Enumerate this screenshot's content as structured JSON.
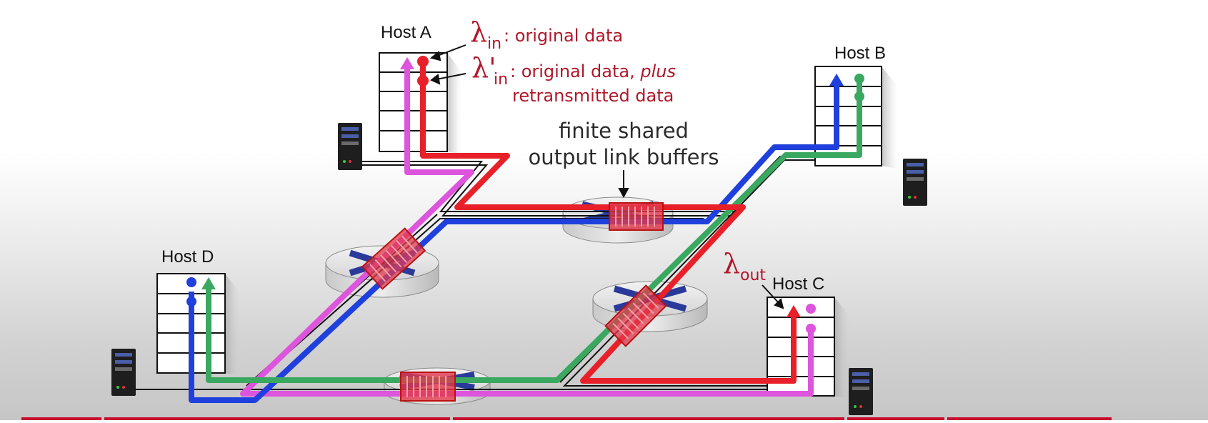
{
  "hosts": {
    "a": {
      "label": "Host A"
    },
    "b": {
      "label": "Host B"
    },
    "c": {
      "label": "Host C"
    },
    "d": {
      "label": "Host D"
    }
  },
  "labels": {
    "lambda_in": {
      "symbol": "λ",
      "sub": "in",
      "text": ": original data"
    },
    "lambda_in_prime": {
      "symbol": "λ'",
      "sub": "in",
      "text_1": ": original data, ",
      "text_italic": "plus",
      "text_2": "retransmitted data"
    },
    "lambda_out": {
      "symbol": "λ",
      "sub": "out"
    },
    "buffers": {
      "line_1": "finite shared",
      "line_2": "output link buffers"
    }
  },
  "colors": {
    "flow_red": "#e8202a",
    "flow_magenta": "#dd55dd",
    "flow_blue": "#2040dd",
    "flow_green": "#3aa860",
    "annotation_red": "#b0182a",
    "buffer_fill": "#e2384b"
  }
}
